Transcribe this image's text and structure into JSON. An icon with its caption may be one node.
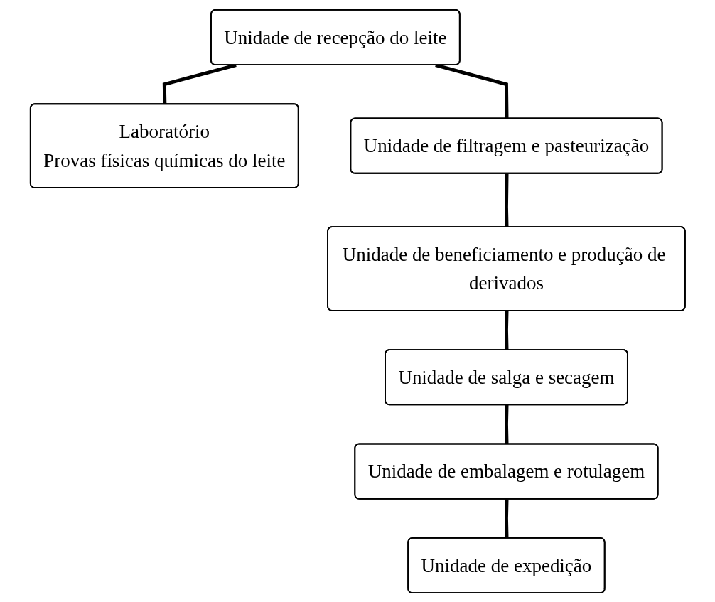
{
  "diagram": {
    "nodes": [
      {
        "text": [
          "Unidade de recepção do leite"
        ]
      },
      {
        "text": [
          "Laboratório",
          "Provas físicas químicas do leite"
        ]
      },
      {
        "text": [
          "Unidade de filtragem e pasteurização"
        ]
      },
      {
        "text": [
          "Unidade de beneficiamento e produção de derivados"
        ]
      },
      {
        "text": [
          "Unidade de salga e secagem"
        ]
      },
      {
        "text": [
          "Unidade de embalagem e rotulagem"
        ]
      },
      {
        "text": [
          "Unidade de expedição"
        ]
      }
    ],
    "edges": [
      {
        "from": 0,
        "to": 1,
        "arrow": "none"
      },
      {
        "from": 0,
        "to": 2,
        "arrow": "none"
      },
      {
        "from": 2,
        "to": 3,
        "arrow": "none"
      },
      {
        "from": 3,
        "to": 4,
        "arrow": "none"
      },
      {
        "from": 4,
        "to": 5,
        "arrow": "none"
      },
      {
        "from": 5,
        "to": 6,
        "arrow": "none"
      }
    ]
  }
}
